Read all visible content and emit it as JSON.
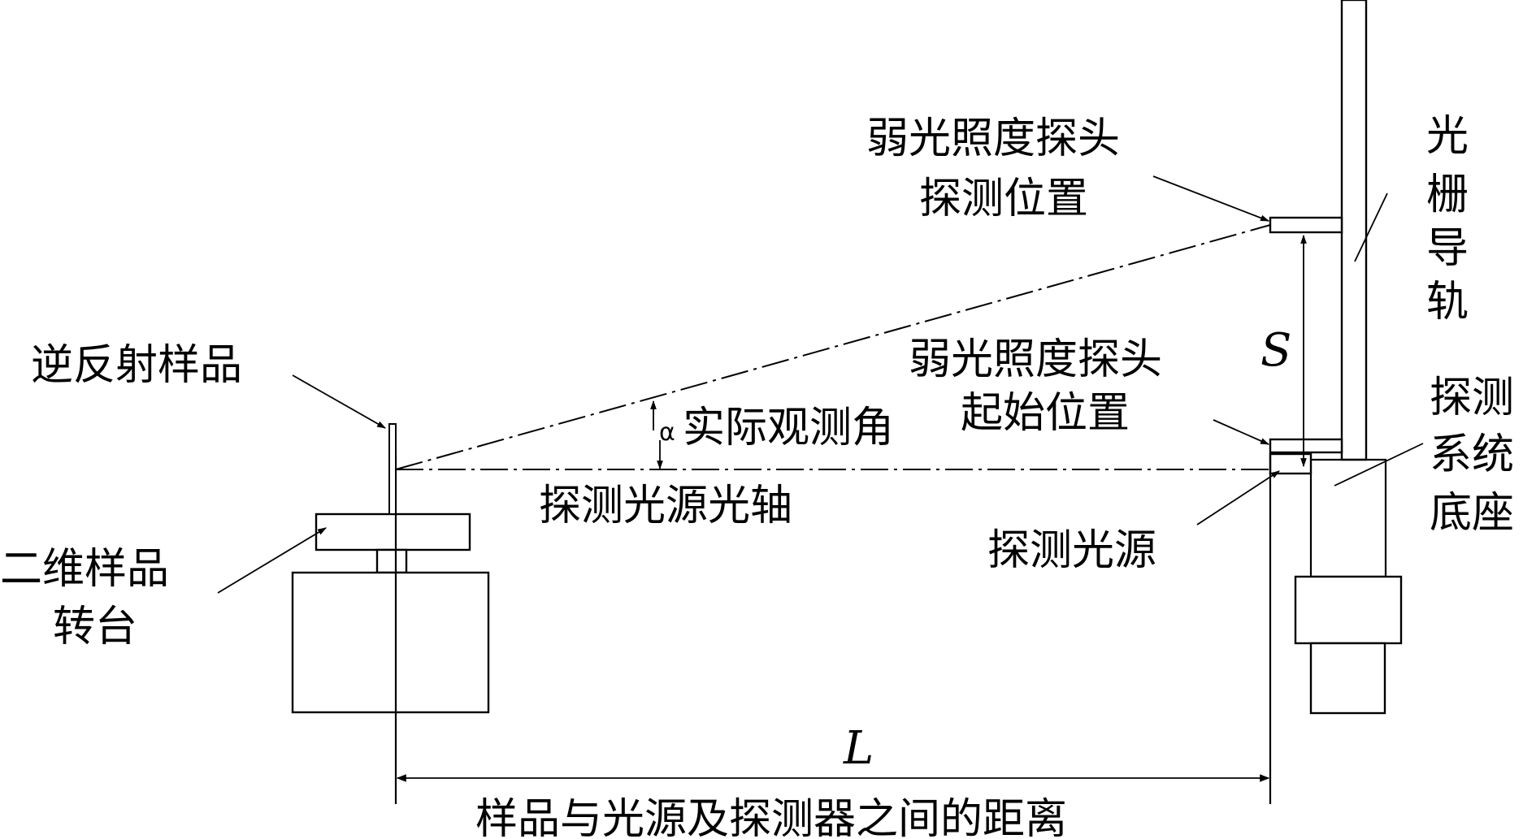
{
  "labels": {
    "retro_sample": "逆反射样品",
    "turntable_line1": "二维样品",
    "turntable_line2": "转台",
    "observation_angle": "实际观测角",
    "axis": "探测光源光轴",
    "probe_detect_line1": "弱光照度探头",
    "probe_detect_line2": "探测位置",
    "probe_start_line1": "弱光照度探头",
    "probe_start_line2": "起始位置",
    "source": "探测光源",
    "rail": [
      "光",
      "栅",
      "导",
      "轨"
    ],
    "base_line1": "探测",
    "base_line2": "系统",
    "base_line3": "底座",
    "distance_desc": "样品与光源及探测器之间的距离"
  },
  "symbols": {
    "L": "L",
    "S": "S",
    "alpha": "α"
  }
}
